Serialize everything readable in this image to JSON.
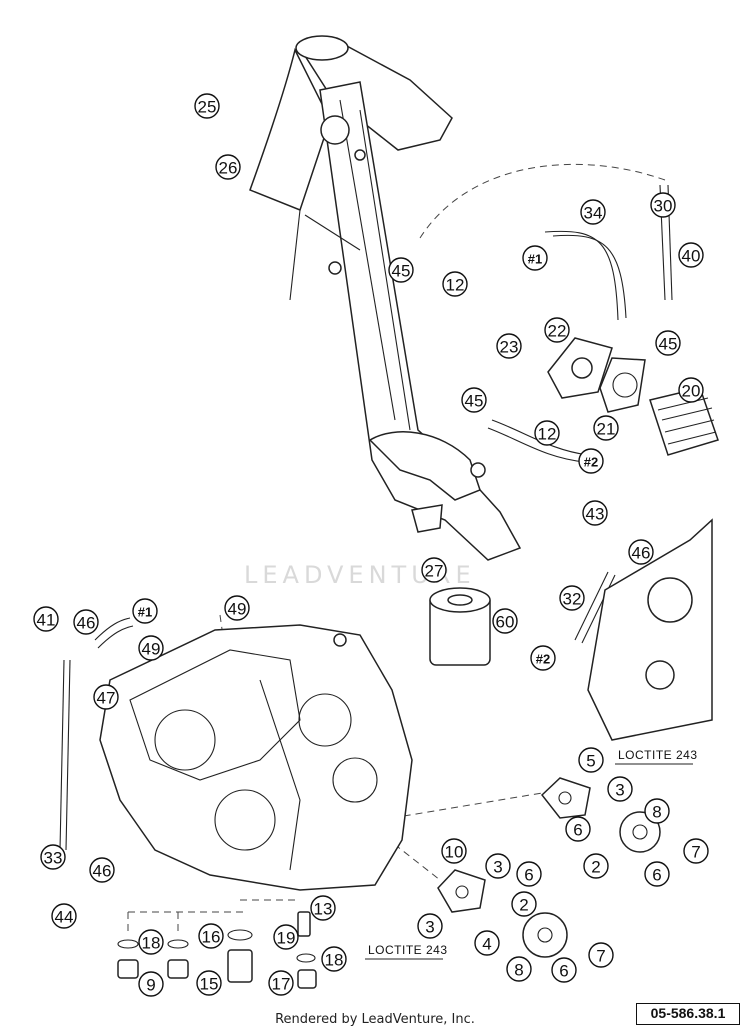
{
  "diagram": {
    "watermark": "LEADVENTURE",
    "document_number": "05-586.38.1",
    "credit": "Rendered by LeadVenture, Inc.",
    "notes": [
      "LOCTITE 243",
      "LOCTITE 243"
    ],
    "callouts": [
      "25",
      "26",
      "45",
      "12",
      "34",
      "30",
      "40",
      "#1",
      "22",
      "23",
      "45",
      "20",
      "45",
      "12",
      "21",
      "#2",
      "43",
      "46",
      "32",
      "#2",
      "27",
      "60",
      "41",
      "46",
      "#1",
      "49",
      "49",
      "47",
      "5",
      "3",
      "8",
      "6",
      "2",
      "6",
      "7",
      "10",
      "3",
      "6",
      "33",
      "46",
      "44",
      "13",
      "16",
      "18",
      "19",
      "18",
      "9",
      "15",
      "17",
      "3",
      "4",
      "2",
      "8",
      "6",
      "7"
    ]
  }
}
